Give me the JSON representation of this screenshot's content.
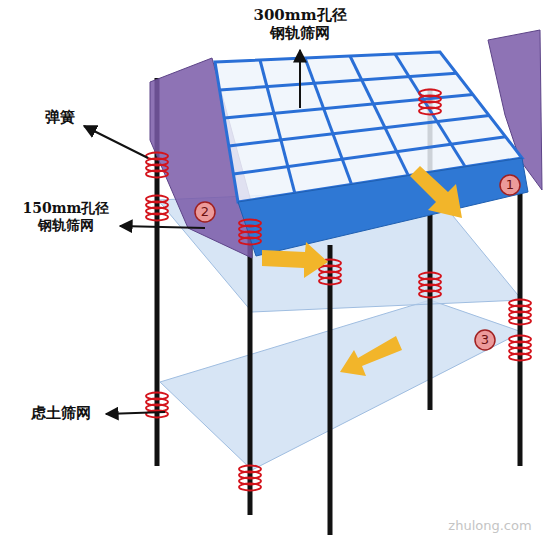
{
  "diagram": {
    "labels": [
      "300mm孔径 钢轨筛网",
      "弹簧",
      "1",
      "150mm孔径 钢轨筛网",
      "2",
      "3",
      "虑土筛网",
      "zhulong.com"
    ]
  }
}
